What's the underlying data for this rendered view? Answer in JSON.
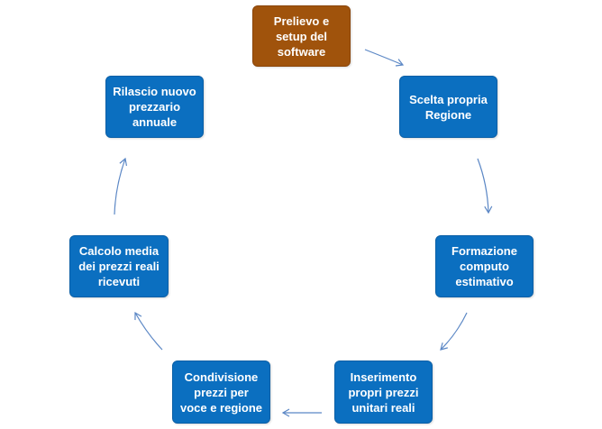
{
  "colors": {
    "primary_node": "#0b6fc0",
    "primary_node_border": "#0a5fa6",
    "highlight_node": "#a0530c",
    "highlight_node_border": "#8a4509",
    "arrow": "#5b87c5"
  },
  "nodes": [
    {
      "id": "prelievo",
      "lines": [
        "Prelievo e",
        "setup del",
        "software"
      ],
      "style": "highlight"
    },
    {
      "id": "scelta",
      "lines": [
        "Scelta propria",
        "Regione"
      ],
      "style": "primary"
    },
    {
      "id": "formazione",
      "lines": [
        "Formazione",
        "computo",
        "estimativo"
      ],
      "style": "primary"
    },
    {
      "id": "inserimento",
      "lines": [
        "Inserimento",
        "propri prezzi",
        "unitari reali"
      ],
      "style": "primary"
    },
    {
      "id": "condivisione",
      "lines": [
        "Condivisione",
        "prezzi per",
        "voce e regione"
      ],
      "style": "primary"
    },
    {
      "id": "calcolo",
      "lines": [
        "Calcolo media",
        "dei prezzi reali",
        "ricevuti"
      ],
      "style": "primary"
    },
    {
      "id": "rilascio",
      "lines": [
        "Rilascio nuovo",
        "prezzario",
        "annuale"
      ],
      "style": "primary"
    }
  ]
}
